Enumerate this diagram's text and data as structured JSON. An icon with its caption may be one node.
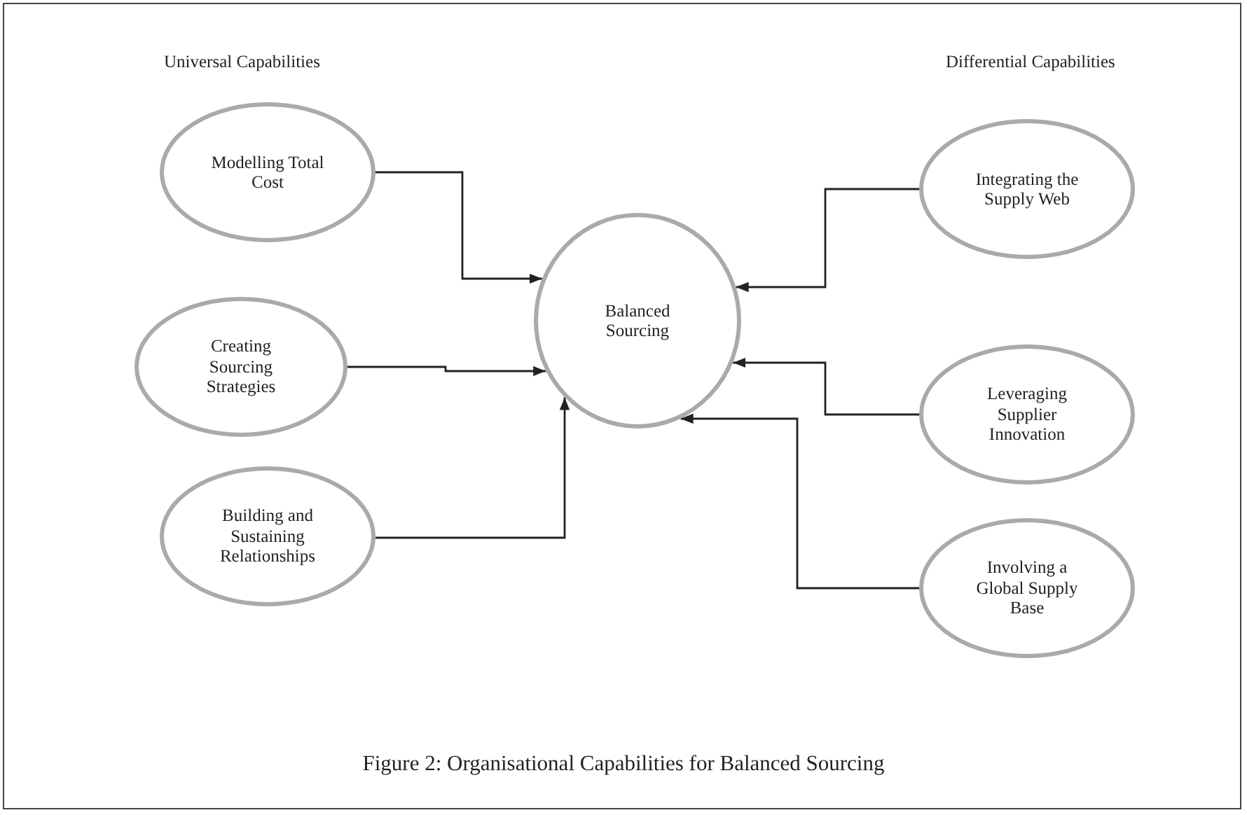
{
  "diagram": {
    "caption": "Figure 2: Organisational Capabilities for Balanced Sourcing",
    "nodes": [
      {
        "text": [
          "Modelling Total Cost"
        ]
      },
      {
        "text": [
          "Creating Sourcing Strategies"
        ]
      },
      {
        "text": [
          "Building and Sustaining Relationships"
        ]
      },
      {
        "text": [
          "Balanced Sourcing"
        ]
      },
      {
        "text": [
          "Integrating the Supply Web"
        ]
      },
      {
        "text": [
          "Leveraging Supplier Innovation"
        ]
      },
      {
        "text": [
          "Involving a Global Supply Base"
        ]
      }
    ],
    "edges": [
      {
        "from": 0,
        "to": 3,
        "arrow": "to"
      },
      {
        "from": 1,
        "to": 3,
        "arrow": "to"
      },
      {
        "from": 2,
        "to": 3,
        "arrow": "to"
      },
      {
        "from": 4,
        "to": 3,
        "arrow": "to"
      },
      {
        "from": 5,
        "to": 3,
        "arrow": "to"
      },
      {
        "from": 6,
        "to": 3,
        "arrow": "to"
      }
    ],
    "labels": [
      "Universal Capabilities",
      "Differential Capabilities"
    ]
  }
}
